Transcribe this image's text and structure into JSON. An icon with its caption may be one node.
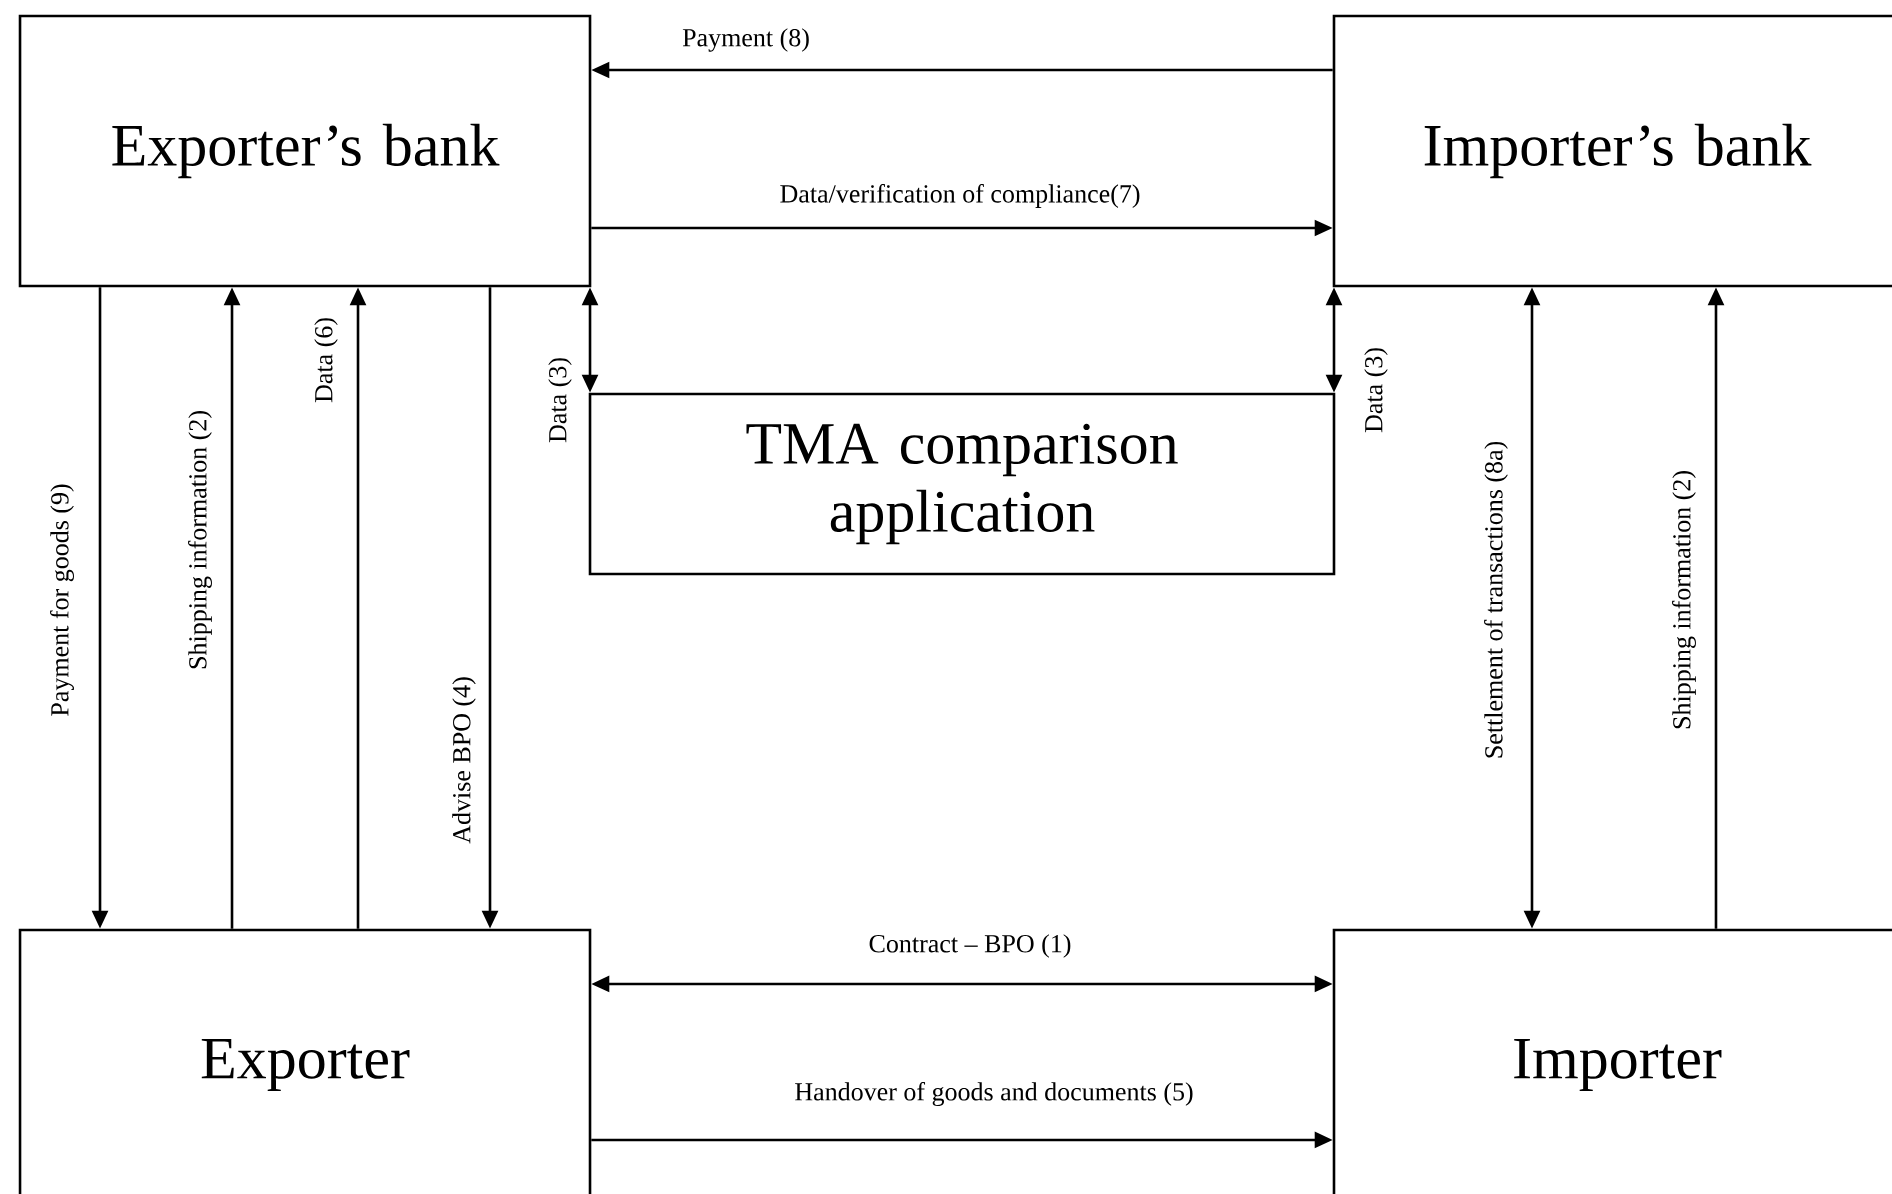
{
  "diagram": {
    "nodes": [
      {
        "text": [
          "Exporter’s bank"
        ]
      },
      {
        "text": [
          "Importer’s bank"
        ]
      },
      {
        "text": [
          "TMA comparison application"
        ]
      },
      {
        "text": [
          "Exporter"
        ]
      },
      {
        "text": [
          "Importer"
        ]
      }
    ],
    "edges": [
      {
        "from": 1,
        "to": 0,
        "arrow": "to",
        "label": "Payment (8)"
      },
      {
        "from": 0,
        "to": 1,
        "arrow": "to",
        "label": "Data/verification of compliance(7)"
      },
      {
        "from": 0,
        "to": 2,
        "arrow": "both",
        "label": "Data (3)"
      },
      {
        "from": 1,
        "to": 2,
        "arrow": "both",
        "label": "Data (3)"
      },
      {
        "from": 0,
        "to": 3,
        "arrow": "to",
        "label": "Payment for goods (9)"
      },
      {
        "from": 3,
        "to": 0,
        "arrow": "to",
        "label": "Shipping information (2)"
      },
      {
        "from": 3,
        "to": 0,
        "arrow": "to",
        "label": "Data (6)"
      },
      {
        "from": 0,
        "to": 3,
        "arrow": "to",
        "label": "Advise BPO (4)"
      },
      {
        "from": 1,
        "to": 4,
        "arrow": "both",
        "label": "Settlement of transactions (8a)"
      },
      {
        "from": 4,
        "to": 1,
        "arrow": "to",
        "label": "Shipping information (2)"
      },
      {
        "from": 3,
        "to": 4,
        "arrow": "both",
        "label": "Contract – BPO (1)"
      },
      {
        "from": 3,
        "to": 4,
        "arrow": "to",
        "label": "Handover of goods and documents (5)"
      }
    ]
  }
}
